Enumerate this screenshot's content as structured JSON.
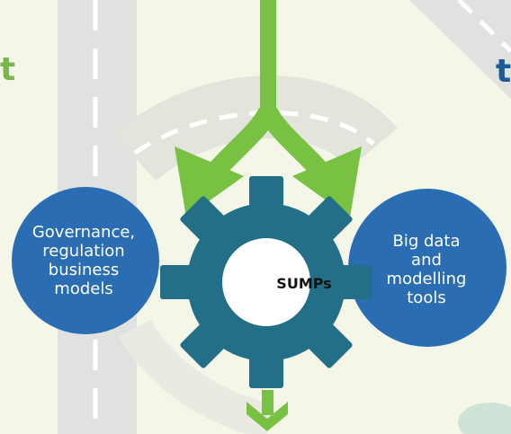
{
  "diagram": {
    "left_partial_text": "t",
    "right_partial_text": "t",
    "left_circle": "Governance,\nregulation\nbusiness\nmodels",
    "right_circle": "Big data\nand\nmodelling\ntools",
    "gear_label": "SUMPs"
  },
  "colors": {
    "background": "#f4f7e8",
    "road": "#e0e2df",
    "road_dash": "#ffffff",
    "arrow_green": "#79c143",
    "circle_blue": "#2a6db3",
    "gear_teal": "#236f87",
    "gear_center": "#ffffff",
    "left_text_green": "#7ab648",
    "right_text_blue": "#1e5a96"
  }
}
